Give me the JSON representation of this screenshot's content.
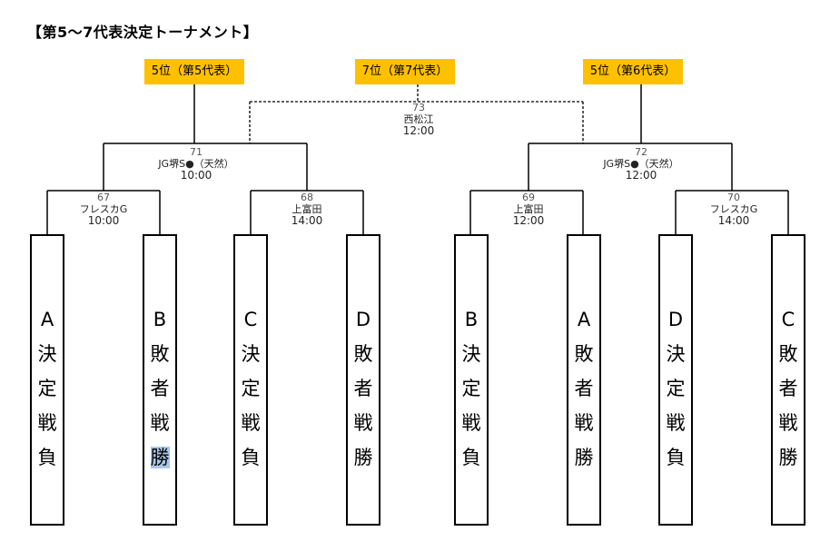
{
  "title": "【第5～7代表決定トーナメント】",
  "ranks": {
    "left": "5位（第5代表）",
    "center": "7位（第7代表）",
    "right": "5位（第6代表）"
  },
  "matches": [
    {
      "num": "73",
      "venue": "西松江",
      "time": "12:00"
    },
    {
      "num": "71",
      "venue": "JG堺S●（天然）",
      "time": "10:00"
    },
    {
      "num": "72",
      "venue": "JG堺S●（天然）",
      "time": "12:00"
    },
    {
      "num": "67",
      "venue": "フレスカG",
      "time": "10:00"
    },
    {
      "num": "68",
      "venue": "上富田",
      "time": "14:00"
    },
    {
      "num": "69",
      "venue": "上富田",
      "time": "12:00"
    },
    {
      "num": "70",
      "venue": "フレスカG",
      "time": "14:00"
    }
  ],
  "teams": [
    {
      "letter": "A",
      "desc": "決定戦負"
    },
    {
      "letter": "B",
      "desc": "敗者戦",
      "hl": "勝"
    },
    {
      "letter": "C",
      "desc": "決定戦負"
    },
    {
      "letter": "D",
      "desc": "敗者戦勝"
    },
    {
      "letter": "B",
      "desc": "決定戦負"
    },
    {
      "letter": "A",
      "desc": "敗者戦勝"
    },
    {
      "letter": "D",
      "desc": "決定戦負"
    },
    {
      "letter": "C",
      "desc": "敗者戦勝"
    }
  ]
}
